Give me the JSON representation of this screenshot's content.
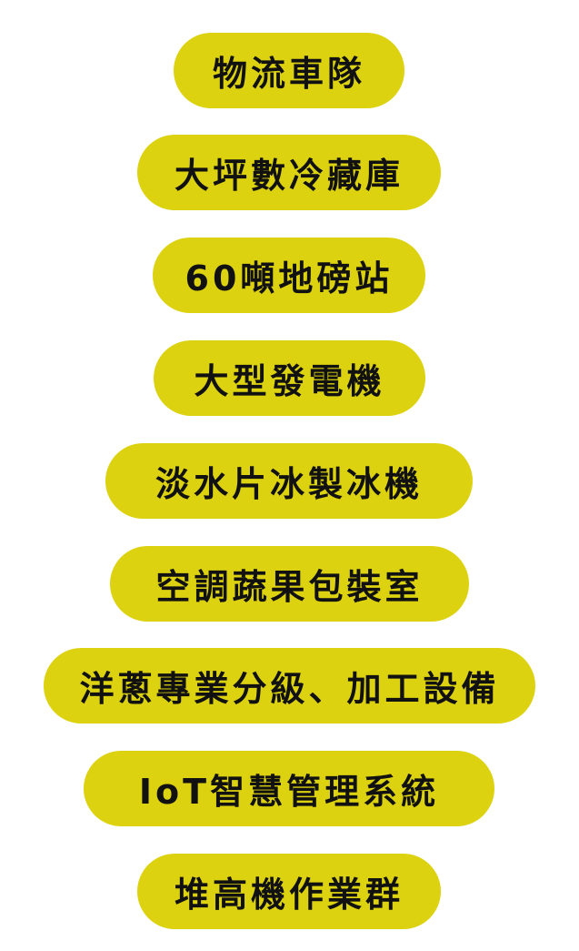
{
  "pills": [
    {
      "label": "物流車隊"
    },
    {
      "label": "大坪數冷藏庫"
    },
    {
      "label": "60噸地磅站"
    },
    {
      "label": "大型發電機"
    },
    {
      "label": "淡水片冰製冰機"
    },
    {
      "label": "空調蔬果包裝室"
    },
    {
      "label": "洋蔥專業分級、加工設備"
    },
    {
      "label": "IoT智慧管理系統"
    },
    {
      "label": "堆高機作業群"
    }
  ],
  "colors": {
    "pill_background": "#dcd20f",
    "pill_text": "#111111",
    "page_background": "#ffffff"
  }
}
